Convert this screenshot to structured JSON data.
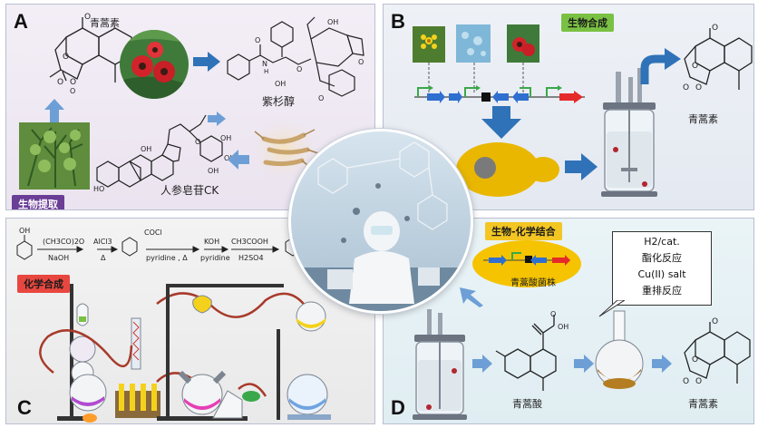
{
  "panels": {
    "a": {
      "letter": "A",
      "compound_artemisinin": "青蒿素",
      "compound_taxol": "紫杉醇",
      "compound_ginsenoside": "人参皂苷CK",
      "tag_label": "生物提取"
    },
    "b": {
      "letter": "B",
      "tag_label": "生物合成",
      "product_label": "青蒿素"
    },
    "c": {
      "letter": "C",
      "tag_label": "化学合成",
      "scheme": {
        "start": "OH",
        "step1_reagent_top": "(CH3CO)2O",
        "step1_reagent_bottom": "NaOH",
        "step2_reagent_top": "AlCl3",
        "step2_reagent_bottom": "Δ",
        "step3_reagent_top": "COCl",
        "step3_reagent_bottom": "pyridine , Δ",
        "step4_reagent_top": "KOH",
        "step4_reagent_bottom": "pyridine",
        "step5_reagent_top": "CH3COOH",
        "step5_reagent_bottom": "H2SO4"
      }
    },
    "d": {
      "letter": "D",
      "tag_label": "生物-化学结合",
      "strain_label": "青蒿酸菌株",
      "reaction_conditions": [
        "H2/cat.",
        "酯化反应",
        "Cu(II) salt",
        "重排反应"
      ],
      "acid_label": "青蒿酸",
      "product_label": "青蒿素",
      "acid_group": "OH"
    }
  },
  "colors": {
    "arrow_blue": "#2f72b8",
    "arrow_light_blue": "#6d9fd6",
    "tag_purple": "#6a3d96",
    "tag_green": "#7ac143",
    "tag_red": "#e8473f",
    "tag_yellow": "#f3c623",
    "yeast_yellow": "#e9b700"
  }
}
